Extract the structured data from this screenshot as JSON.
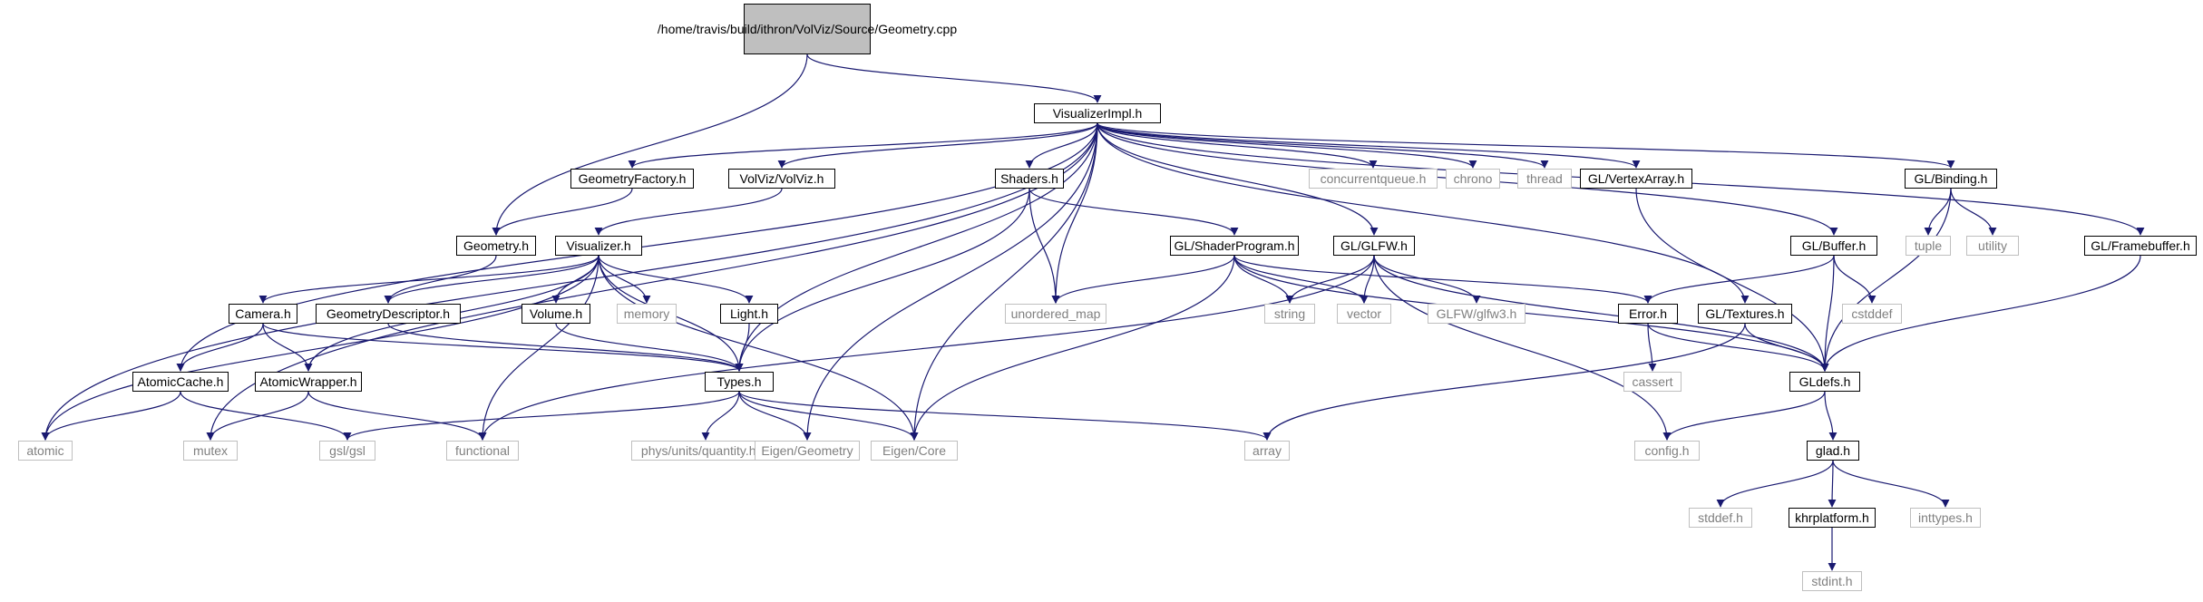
{
  "edge_color": "#191970",
  "nodes": {
    "root": "/home/travis/build/ithron/VolViz/Source/Geometry.cpp",
    "visualizer_impl": "VisualizerImpl.h",
    "geometry_factory": "GeometryFactory.h",
    "volviz": "VolViz/VolViz.h",
    "shaders": "Shaders.h",
    "concurrentqueue": "concurrentqueue.h",
    "chrono": "chrono",
    "thread": "thread",
    "gl_vertexarray": "GL/VertexArray.h",
    "gl_binding": "GL/Binding.h",
    "geometry_h": "Geometry.h",
    "visualizer_h": "Visualizer.h",
    "gl_shaderprogram": "GL/ShaderProgram.h",
    "gl_glfw": "GL/GLFW.h",
    "gl_buffer": "GL/Buffer.h",
    "tuple": "tuple",
    "utility": "utility",
    "gl_framebuffer": "GL/Framebuffer.h",
    "camera": "Camera.h",
    "geometry_descriptor": "GeometryDescriptor.h",
    "volume": "Volume.h",
    "memory": "memory",
    "light": "Light.h",
    "unordered_map": "unordered_map",
    "string": "string",
    "vector": "vector",
    "glfw3": "GLFW/glfw3.h",
    "error": "Error.h",
    "gl_textures": "GL/Textures.h",
    "cstddef": "cstddef",
    "atomic_cache": "AtomicCache.h",
    "atomic_wrapper": "AtomicWrapper.h",
    "types": "Types.h",
    "cassert": "cassert",
    "gldefs": "GLdefs.h",
    "atomic": "atomic",
    "mutex": "mutex",
    "gsl": "gsl/gsl",
    "functional": "functional",
    "phys_units": "phys/units/quantity.hpp",
    "eigen_geometry": "Eigen/Geometry",
    "eigen_core": "Eigen/Core",
    "array": "array",
    "config": "config.h",
    "glad": "glad.h",
    "stddef": "stddef.h",
    "khrplatform": "khrplatform.h",
    "inttypes": "inttypes.h",
    "stdint": "stdint.h"
  }
}
